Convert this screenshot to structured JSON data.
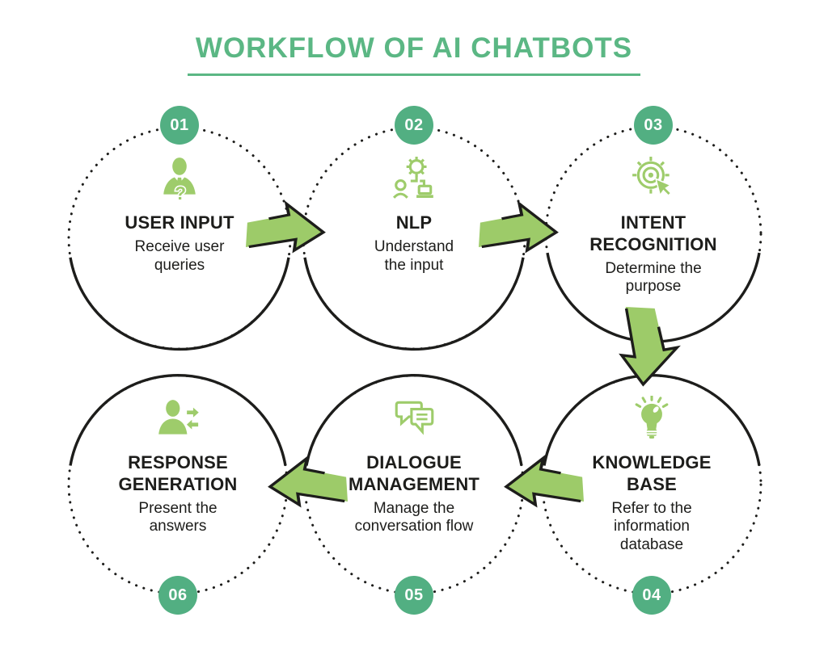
{
  "header": {
    "title": "WORKFLOW OF AI CHATBOTS"
  },
  "colors": {
    "badge_green": "#52AF82",
    "title_green": "#5BB784",
    "light_green": "#9ECC6B",
    "ink": "#1D1D1B"
  },
  "steps": [
    {
      "number": "01",
      "title": "USER INPUT",
      "description": "Receive user\nqueries",
      "icon": "user-question-icon"
    },
    {
      "number": "02",
      "title": "NLP",
      "description": "Understand\nthe input",
      "icon": "person-gear-laptop-icon"
    },
    {
      "number": "03",
      "title": "INTENT\nRECOGNITION",
      "description": "Determine the\npurpose",
      "icon": "target-cursor-icon"
    },
    {
      "number": "04",
      "title": "KNOWLEDGE\nBASE",
      "description": "Refer to the\ninformation\ndatabase",
      "icon": "lightbulb-icon"
    },
    {
      "number": "05",
      "title": "DIALOGUE\nMANAGEMENT",
      "description": "Manage the\nconversation flow",
      "icon": "chat-bubbles-icon"
    },
    {
      "number": "06",
      "title": "RESPONSE\nGENERATION",
      "description": "Present the\nanswers",
      "icon": "user-exchange-arrows-icon"
    }
  ]
}
